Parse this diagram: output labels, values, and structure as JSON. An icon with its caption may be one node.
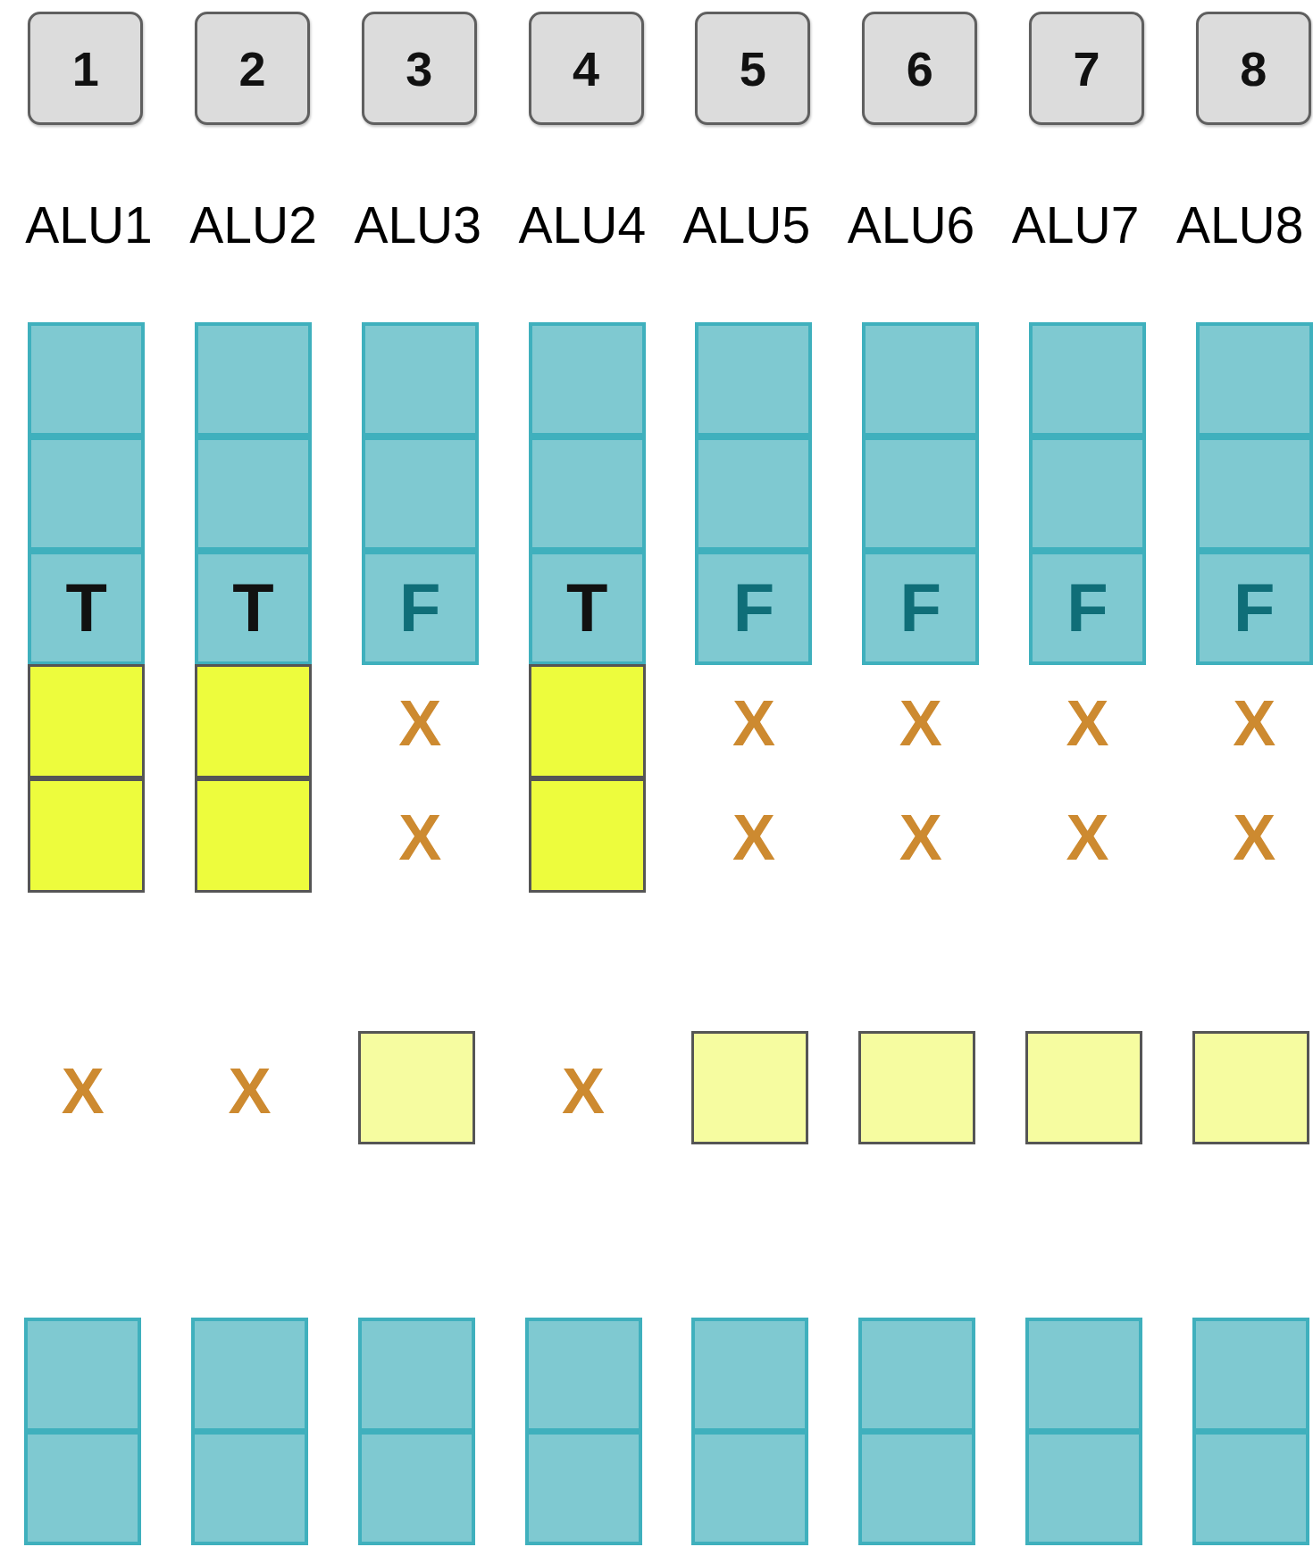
{
  "diagram": {
    "nodes": [
      {
        "text": [
          "1"
        ]
      },
      {
        "text": [
          "2"
        ]
      },
      {
        "text": [
          "3"
        ]
      },
      {
        "text": [
          "4"
        ]
      },
      {
        "text": [
          "5"
        ]
      },
      {
        "text": [
          "6"
        ]
      },
      {
        "text": [
          "7"
        ]
      },
      {
        "text": [
          "8"
        ]
      },
      {
        "text": [],
        "shape": "box"
      },
      {
        "text": [],
        "shape": "box"
      },
      {
        "text": [],
        "shape": "box"
      },
      {
        "text": [],
        "shape": "box"
      },
      {
        "text": [],
        "shape": "box"
      },
      {
        "text": [],
        "shape": "box"
      },
      {
        "text": [],
        "shape": "box"
      },
      {
        "text": [],
        "shape": "box"
      },
      {
        "text": [],
        "shape": "box"
      },
      {
        "text": [],
        "shape": "box"
      },
      {
        "text": [],
        "shape": "box"
      },
      {
        "text": [],
        "shape": "box"
      },
      {
        "text": [],
        "shape": "box"
      },
      {
        "text": [],
        "shape": "box"
      },
      {
        "text": [],
        "shape": "box"
      },
      {
        "text": [],
        "shape": "box"
      },
      {
        "text": [
          "T"
        ]
      },
      {
        "text": [
          "T"
        ]
      },
      {
        "text": [
          "F"
        ]
      },
      {
        "text": [
          "T"
        ]
      },
      {
        "text": [
          "F"
        ]
      },
      {
        "text": [
          "F"
        ]
      },
      {
        "text": [
          "F"
        ]
      },
      {
        "text": [
          "F"
        ]
      },
      {
        "text": [],
        "shape": "box"
      },
      {
        "text": [],
        "shape": "box"
      },
      {
        "text": [],
        "shape": "box"
      },
      {
        "text": [],
        "shape": "box"
      },
      {
        "text": [],
        "shape": "box"
      },
      {
        "text": [],
        "shape": "box"
      },
      {
        "text": [],
        "shape": "box"
      },
      {
        "text": [],
        "shape": "box"
      },
      {
        "text": [],
        "shape": "box"
      },
      {
        "text": [],
        "shape": "box"
      },
      {
        "text": [],
        "shape": "box"
      },
      {
        "text": [],
        "shape": "box"
      },
      {
        "text": [],
        "shape": "box"
      },
      {
        "text": [],
        "shape": "box"
      },
      {
        "text": [],
        "shape": "box"
      },
      {
        "text": [],
        "shape": "box"
      },
      {
        "text": [],
        "shape": "box"
      },
      {
        "text": [],
        "shape": "box"
      },
      {
        "text": [],
        "shape": "box"
      },
      {
        "text": [],
        "shape": "box"
      },
      {
        "text": [],
        "shape": "box"
      },
      {
        "text": [],
        "shape": "box"
      },
      {
        "text": [],
        "shape": "box"
      },
      {
        "text": [],
        "shape": "box"
      },
      {
        "text": [],
        "shape": "box"
      },
      {
        "text": [],
        "shape": "box"
      },
      {
        "text": [],
        "shape": "box"
      }
    ],
    "edges": [],
    "labels": [
      "ALU1",
      "ALU2",
      "ALU3",
      "ALU4",
      "ALU5",
      "ALU6",
      "ALU7",
      "ALU8",
      "X",
      "X",
      "X",
      "X",
      "X",
      "X",
      "X",
      "X",
      "X",
      "X",
      "X",
      "X",
      "X"
    ]
  }
}
